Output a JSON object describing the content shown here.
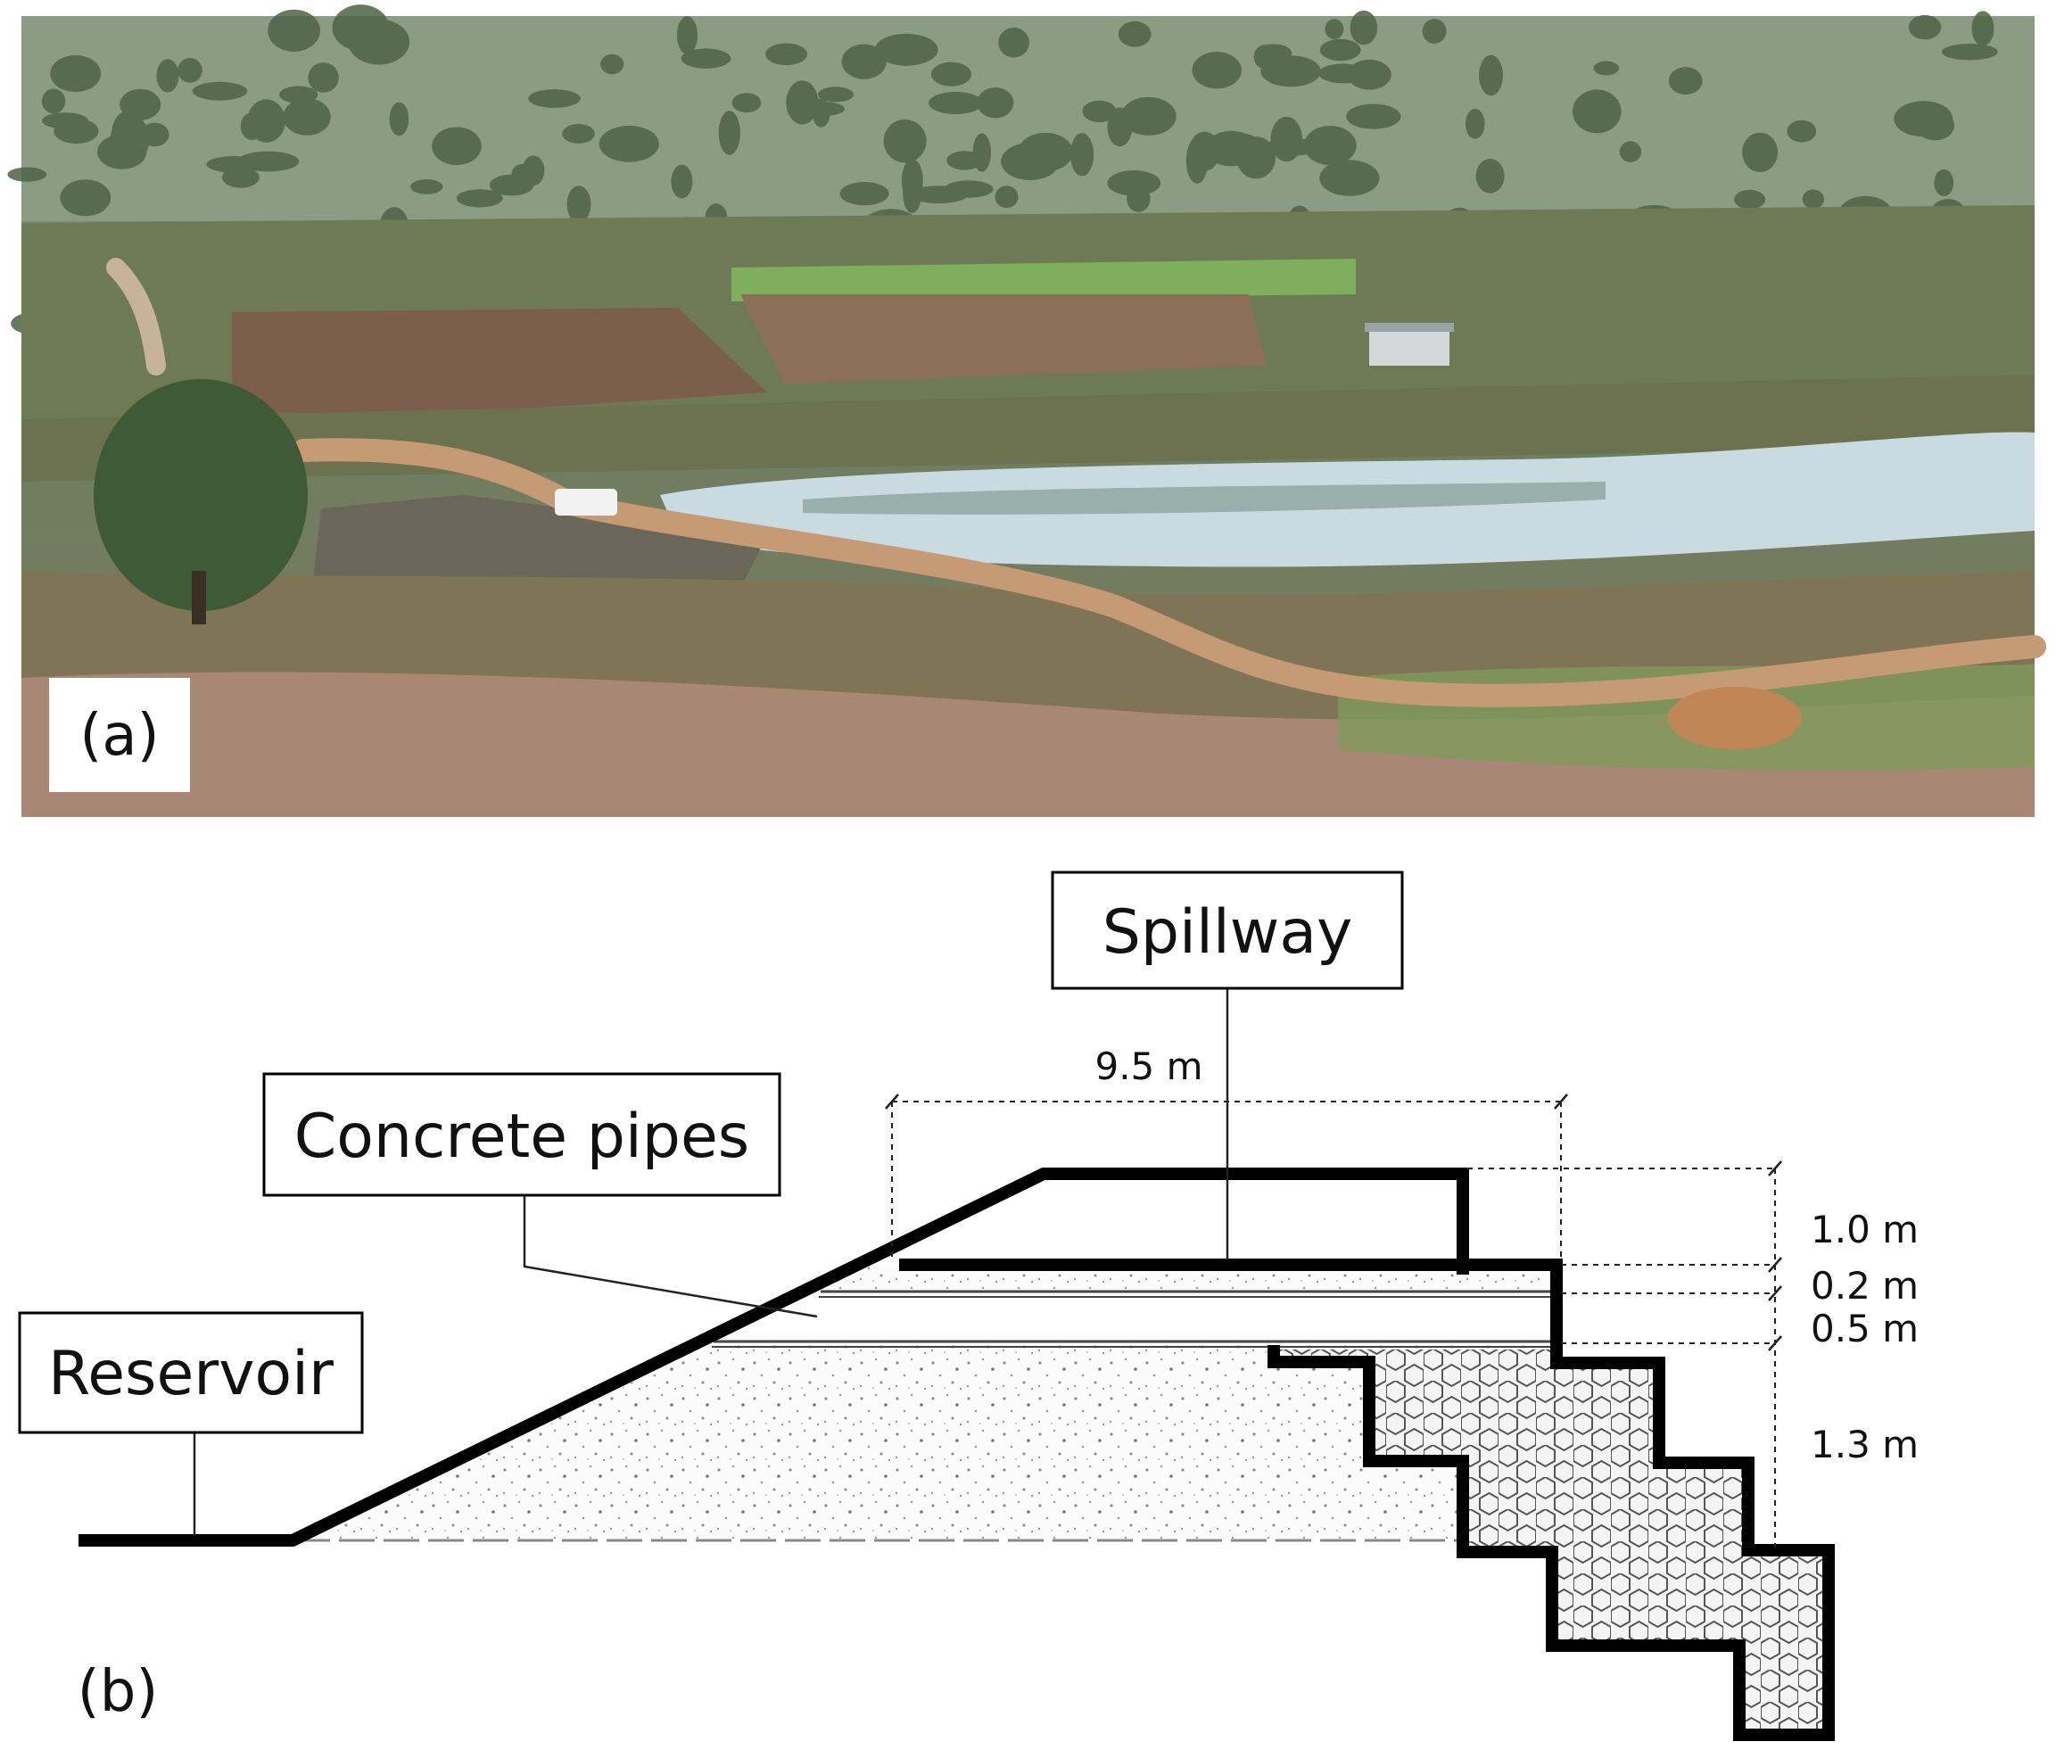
{
  "panel_a": {
    "label": "(a)"
  },
  "panel_b": {
    "label": "(b)",
    "callouts": {
      "spillway": "Spillway",
      "concrete_pipes": "Concrete pipes",
      "reservoir": "Reservoir"
    },
    "dimensions": {
      "width": "9.5 m",
      "layer_1": "1.0 m",
      "layer_2": "0.2 m",
      "layer_3": "0.5 m",
      "layer_4": "1.3 m"
    }
  },
  "colors": {
    "sky_haze": "#9fb0a0",
    "vegetation_dark": "#4f6b45",
    "field_green": "#7fae5c",
    "soil_brown": "#8b6f57",
    "dirt_road": "#c79a76",
    "water": "#c9dbe0",
    "dry_brush": "#a88777",
    "outline": "#000000"
  }
}
